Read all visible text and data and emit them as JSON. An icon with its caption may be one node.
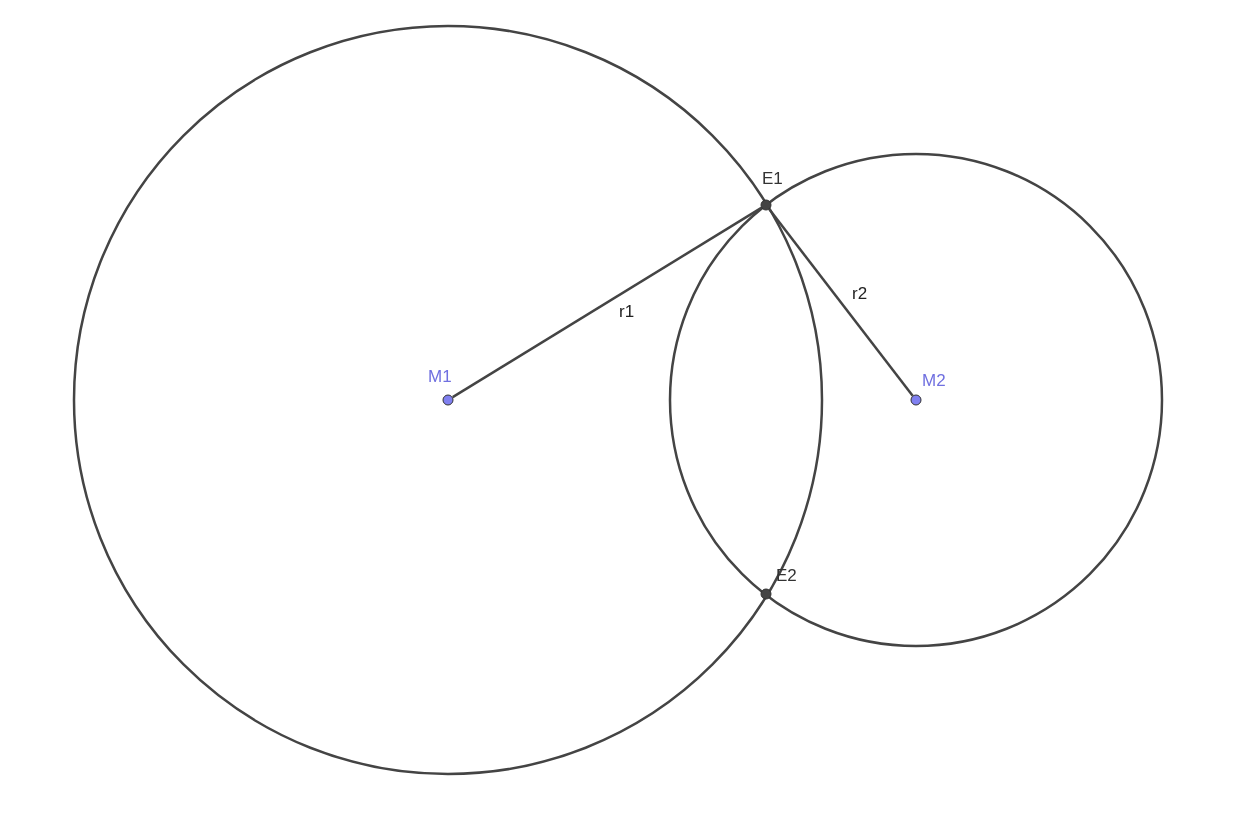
{
  "diagram": {
    "nodes": [
      {
        "text": [],
        "shape": "circle",
        "beside": [
          "M1"
        ]
      },
      {
        "text": [],
        "shape": "circle",
        "beside": [
          "E1"
        ]
      },
      {
        "text": [],
        "shape": "circle",
        "beside": [
          "M2"
        ]
      },
      {
        "text": [],
        "shape": "circle",
        "beside": [
          "E2"
        ]
      }
    ],
    "edges": [
      {
        "from": 0,
        "to": 1,
        "arrow": "none",
        "label": "r1"
      },
      {
        "from": 1,
        "to": 2,
        "arrow": "none",
        "label": "r2"
      }
    ]
  }
}
